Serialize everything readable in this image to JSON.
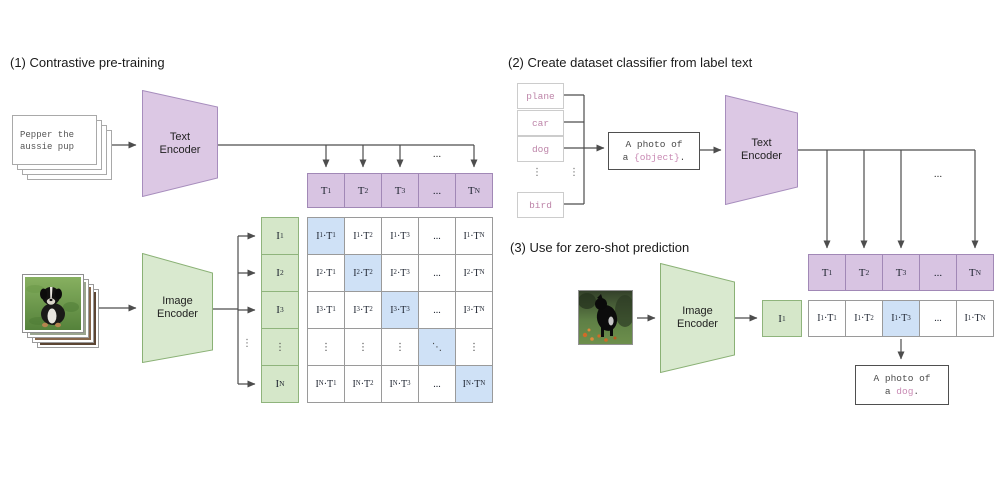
{
  "palette": {
    "purple_fill": "#d8c4e2",
    "purple_border": "#a188b6",
    "green_fill": "#d5e7c9",
    "green_border": "#8fb47c",
    "blue_highlight": "#cfe1f6",
    "grid_border": "#9a9a9a",
    "arrow": "#4d4d4d",
    "pink_label": "#bd84a8",
    "pink_prompt": "#c98ab4"
  },
  "section1": {
    "title": "(1) Contrastive pre-training",
    "prompt_card_line1": "Pepper the",
    "prompt_card_line2": "aussie pup",
    "text_encoder": "Text Encoder",
    "image_encoder": "Image Encoder",
    "t_ellipsis": "...",
    "branch_dots": "⋮",
    "text_row": [
      "T_1",
      "T_2",
      "T_3",
      "...",
      "T_N"
    ],
    "image_col": [
      "I_1",
      "I_2",
      "I_3",
      "⋮",
      "I_N"
    ],
    "matrix": [
      [
        "I_1·T_1",
        "I_1·T_2",
        "I_1·T_3",
        "...",
        "I_1·T_N"
      ],
      [
        "I_2·T_1",
        "I_2·T_2",
        "I_2·T_3",
        "...",
        "I_2·T_N"
      ],
      [
        "I_3·T_1",
        "I_3·T_2",
        "I_3·T_3",
        "...",
        "I_3·T_N"
      ],
      [
        "⋮",
        "⋮",
        "⋮",
        "⋱",
        "⋮"
      ],
      [
        "I_N·T_1",
        "I_N·T_2",
        "I_N·T_3",
        "...",
        "I_N·T_N"
      ]
    ]
  },
  "section2": {
    "title": "(2) Create dataset classifier from label text",
    "labels": [
      "plane",
      "car",
      "dog",
      "bird"
    ],
    "col_dots": "⋮",
    "line_dots": "⋮",
    "prompt_line1": "A photo of",
    "prompt_prefix": "a ",
    "prompt_object": "{object}",
    "prompt_suffix": ".",
    "text_encoder": "Text Encoder",
    "t_ellipsis": "...",
    "text_row": [
      "T_1",
      "T_2",
      "T_3",
      "...",
      "T_N"
    ]
  },
  "section3": {
    "title": "(3) Use for zero-shot prediction",
    "image_encoder": "Image Encoder",
    "image_embedding": "I_1",
    "result_row": [
      "I_1·T_1",
      "I_1·T_2",
      "I_1·T_3",
      "...",
      "I_1·T_N"
    ],
    "answer_line1": "A photo of",
    "answer_prefix": "a ",
    "answer_object": "dog",
    "answer_suffix": "."
  }
}
